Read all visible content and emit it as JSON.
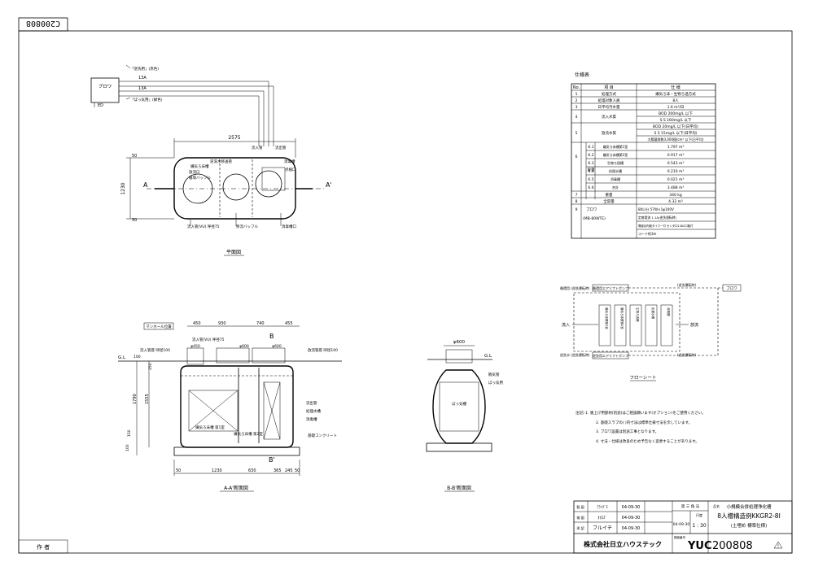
{
  "stamp": "C200808",
  "plan": {
    "title": "平面図",
    "dim_total": "2575",
    "dim_width": "1230",
    "dim_top": "50",
    "dim_bottom": "50",
    "pipe1": "13A",
    "pipe2": "13A",
    "ed": "ED",
    "blower": "ブロワ",
    "pipe_label1": "「逆洗用」(赤色)",
    "pipe_label2": "「ばっ気用」(緑色)",
    "section_a_left": "A",
    "section_a_right": "A'",
    "section_b_top": "B",
    "labels": [
      "嫌気ろ床槽",
      "逆洗水移送管",
      "流入管",
      "流出管",
      "放流口",
      "消毒槽",
      "循環バッフル",
      "点検口"
    ],
    "label_bottom1": "流入管(VU) 呼径75",
    "label_bottom2": "移流バッフル",
    "label_bottom3": "消毒槽口"
  },
  "section_aa": {
    "title": "A-A'断面図",
    "manhole": "マンホール位置",
    "gl": "G.L",
    "top_dims": [
      "450",
      "930",
      "740",
      "455"
    ],
    "bottom_dims": [
      "50",
      "1230",
      "630",
      "365",
      "245",
      "50"
    ],
    "left_dims": [
      "100",
      "250",
      "1790",
      "1555",
      "150",
      "100"
    ],
    "label_inlet": "流入管底 呼径100",
    "label_outlet": "放流管底 呼径100",
    "label_in75": "流入管(VU) 呼径75",
    "b_top": "B",
    "b_bottom": "B'",
    "phi450": "φ450",
    "phi600a": "φ600",
    "phi600b": "φ600",
    "labels_right": [
      "流出管",
      "処理水槽",
      "消毒槽"
    ],
    "chamber1": "嫌気ろ床槽 第1室",
    "chamber2": "嫌気ろ床槽 第2室",
    "label_base": "基礎コンクリート"
  },
  "section_bb": {
    "title": "B-B'断面図",
    "phi": "φ600",
    "gl": "G.L",
    "label_center": "ばっ気槽",
    "labels": [
      "散気管",
      "ばっ気用"
    ]
  },
  "spec": {
    "title": "仕様表",
    "headers": [
      "No.",
      "項 目",
      "仕 様"
    ],
    "rows": [
      {
        "no": "1",
        "item": "処理方式",
        "val": "嫌気ろ床・生物ろ過方式"
      },
      {
        "no": "2",
        "item": "処理対象人員",
        "val": "8人"
      },
      {
        "no": "3",
        "item": "日平均汚水量",
        "val": "1.6 m³/日"
      },
      {
        "no": "4",
        "item": "流入水質",
        "val": "BOD 200mg/L 以下"
      },
      {
        "no": "",
        "item": "",
        "val": "S S 160mg/L 以下"
      },
      {
        "no": "5",
        "item": "放流水質",
        "val": "BOD 20mg/L 以下(日平均)"
      },
      {
        "no": "",
        "item": "",
        "val": "S S 15mg/L 以下(日平均)"
      },
      {
        "no": "",
        "item": "",
        "val": "大腸菌群数3,000個/cm³ 以下(日平均)"
      }
    ],
    "volume_label": "容量",
    "volumes": [
      {
        "no": "6.1",
        "item": "嫌気ろ床槽第1室",
        "val": "1.797 m³"
      },
      {
        "no": "6.2",
        "item": "嫌気ろ床槽第2室",
        "val": "0.917 m³"
      },
      {
        "no": "6.3",
        "item": "生物ろ過槽",
        "val": "0.543 m³"
      },
      {
        "no": "6.4",
        "item": "処理水槽",
        "val": "0.210 m³"
      },
      {
        "no": "6.5",
        "item": "消毒槽",
        "val": "0.021 m³"
      },
      {
        "no": "6.6",
        "item": "合計",
        "val": "3.488 m³"
      }
    ],
    "tail": [
      {
        "no": "7",
        "item": "重量",
        "val": "340 kg"
      },
      {
        "no": "8",
        "item": "全容量",
        "val": "4.32 m³"
      }
    ],
    "blower": {
      "no": "9",
      "item": "ブロワ",
      "model": "(MB-80WTE)",
      "vals": [
        "80L/分 57W×1φ100V",
        "定格電流 1.1A(逆洗運転時)",
        "電磁弁内蔵タイマー付 センタ口13A2口取付",
        "コード約3m"
      ]
    }
  },
  "flow": {
    "title": "フローシート",
    "top_label": "循環用エアリフトポンプ",
    "bottom_label": "逆洗用エアリフトポンプ",
    "blower": "ブロワ",
    "inflow": "流入",
    "outflow": "放流",
    "left_top": "循環用 (逆洗運転時)",
    "left_bottom": "逆洗水 (逆洗運転時)",
    "right_top": "(逆洗運転時)",
    "right_bottom": "(逆洗運転時)",
    "boxes": [
      "嫌気ろ床槽第1室",
      "嫌気ろ床槽第2室",
      "生物ろ過槽",
      "処理水槽",
      "消毒槽"
    ]
  },
  "notes": [
    "注記) 1. 嵩上げ用部材(別途)はご相談願います(オプション)をご使用ください。",
    "2. 基礎スラブの( )内寸法は標準仕様寸法を示しています。",
    "3. ブロワ設置は別途工事となります。",
    "4. 寸法・仕様は改良のため予告なく変更することがあります。"
  ],
  "title_block": {
    "rows": [
      {
        "role": "製 図",
        "name": "ｱﾗｲｸﾞﾁ",
        "date": "04-09-30"
      },
      {
        "role": "検 図",
        "name": "ｵｵｽｽﾞ",
        "date": "04-09-30"
      },
      {
        "role": "承 認",
        "name": "フルイチ",
        "date": "04-09-30"
      }
    ],
    "projection": "第 三 角 法",
    "scale_label": "尺度",
    "scale": "1 : 30",
    "date2": "04-09-30",
    "name_label": "品名",
    "product1": "小規模合併処理浄化槽",
    "product2": "8人槽構造例KKGR2-8I",
    "product3": "(土埋め 標準仕様)",
    "company": "株式会社日立ハウステック",
    "drawing_no_label": "図面番号",
    "drawing_no_prefix": "YUC",
    "drawing_no": "200808",
    "revision_icon": "warning-triangle-icon",
    "author_label": "作 者"
  }
}
